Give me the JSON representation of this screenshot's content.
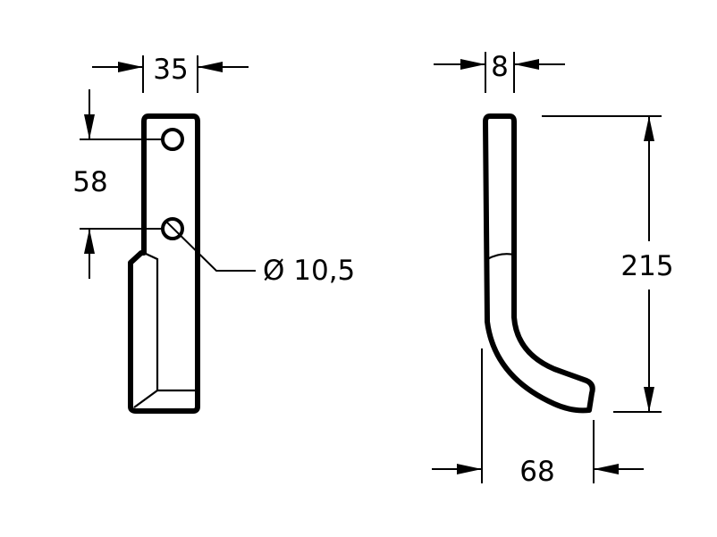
{
  "dimensions": {
    "front_width": "35",
    "hole_spacing": "58",
    "hole_diameter": "Ø 10,5",
    "side_thickness": "8",
    "side_height": "215",
    "side_offset": "68"
  }
}
